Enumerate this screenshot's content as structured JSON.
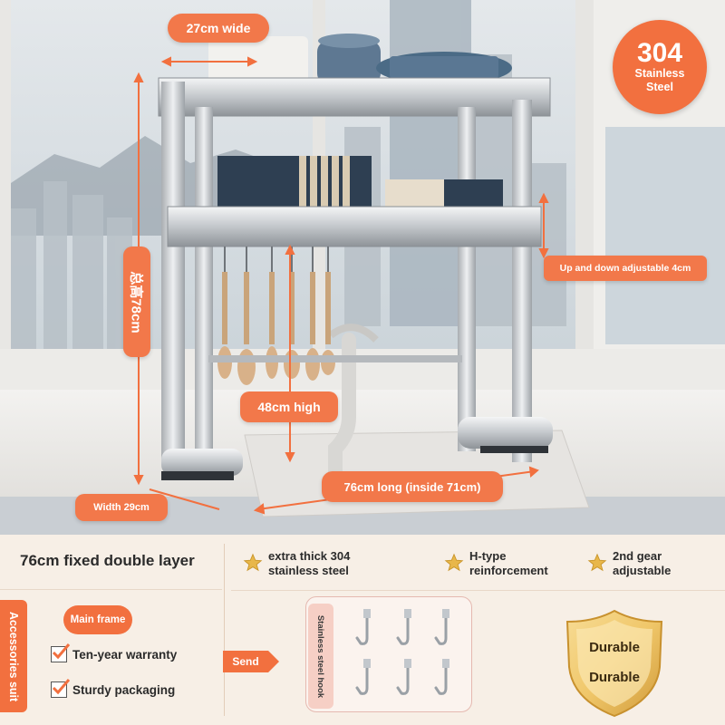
{
  "photo": {
    "width_label": "27cm wide",
    "adjust_label": "Up and down adjustable 4cm",
    "height_label": "48cm high",
    "length_label": "76cm long (inside 71cm)",
    "depth_label": "Width 29cm",
    "total_height_label": "总高78cm",
    "badge": {
      "number": "304",
      "line1": "Stainless",
      "line2": "Steel"
    }
  },
  "info": {
    "fixed_title": "76cm fixed double layer",
    "features": [
      {
        "line1": "extra thick 304",
        "line2": "stainless steel"
      },
      {
        "line1": "H-type",
        "line2": "reinforcement"
      },
      {
        "line1": "2nd gear",
        "line2": "adjustable"
      }
    ],
    "accessories_tab": "Accessories suit",
    "main_frame": "Main frame",
    "checks": [
      "Ten-year warranty",
      "Sturdy packaging"
    ],
    "send": "Send",
    "hook_label": "Stainless steel hook",
    "shield": {
      "line1": "Durable",
      "line2": "Durable"
    }
  },
  "colors": {
    "accent": "#f2703f",
    "panel_bg": "#f7efe6",
    "text": "#2b2b2b"
  },
  "icons": [
    "star-icon",
    "check-icon",
    "hook-icon",
    "shield-icon"
  ]
}
